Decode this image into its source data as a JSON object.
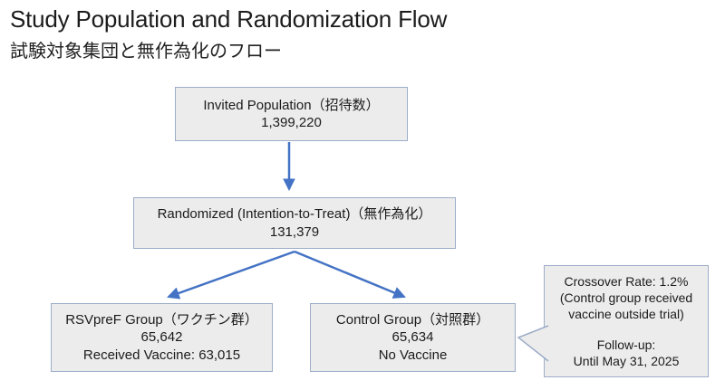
{
  "slide": {
    "title": "Study Population and Randomization Flow",
    "subtitle": "試験対象集団と無作為化のフロー"
  },
  "flow": {
    "invited": {
      "label": "Invited Population（招待数）",
      "count": "1,399,220"
    },
    "randomized": {
      "label": "Randomized (Intention-to-Treat)（無作為化）",
      "count": "131,379"
    },
    "vaccine_group": {
      "label": "RSVpreF Group（ワクチン群）",
      "count": "65,642",
      "note": "Received Vaccine: 63,015"
    },
    "control_group": {
      "label": "Control Group（対照群）",
      "count": "65,634",
      "note": "No Vaccine"
    }
  },
  "callout": {
    "crossover_rate": "Crossover Rate: 1.2%",
    "crossover_note": "(Control group received vaccine outside trial)",
    "followup_label": "Follow-up:",
    "followup_value": "Until May 31, 2025"
  },
  "colors": {
    "arrow": "#4472c4",
    "node_fill": "#ececec",
    "node_border": "#9cacc8"
  }
}
